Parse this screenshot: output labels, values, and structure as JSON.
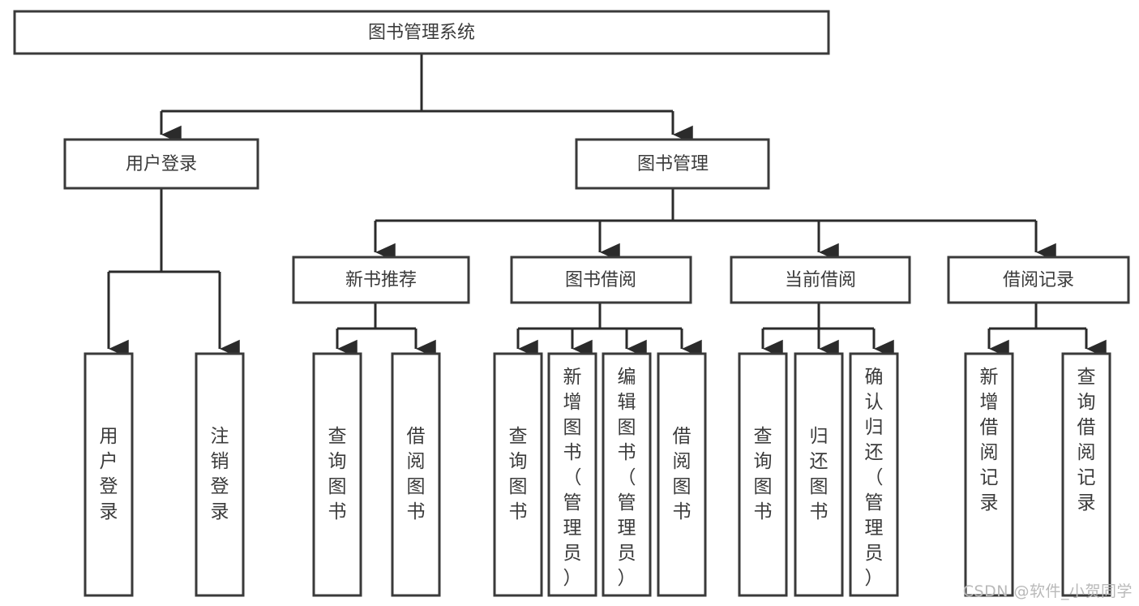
{
  "diagram": {
    "title": "图书管理系统",
    "type": "tree",
    "watermark": "CSDN @软件_小贺同学",
    "colors": {
      "box_fill": "#ffffff",
      "box_stroke": "#3a3a3a",
      "edge": "#2b2b2b",
      "text": "#3b3b3b",
      "watermark": "#b9b9b9",
      "background": "#ffffff"
    },
    "root": {
      "id": "root",
      "label": "图书管理系统",
      "orientation": "horizontal"
    },
    "level2": [
      {
        "id": "user-login",
        "label": "用户登录",
        "orientation": "horizontal"
      },
      {
        "id": "book-management",
        "label": "图书管理",
        "orientation": "horizontal"
      }
    ],
    "level3": [
      {
        "id": "new-book-recommend",
        "label": "新书推荐",
        "orientation": "horizontal",
        "parent": "book-management"
      },
      {
        "id": "book-borrow",
        "label": "图书借阅",
        "orientation": "horizontal",
        "parent": "book-management"
      },
      {
        "id": "current-borrow",
        "label": "当前借阅",
        "orientation": "horizontal",
        "parent": "book-management"
      },
      {
        "id": "borrow-record",
        "label": "借阅记录",
        "orientation": "horizontal",
        "parent": "book-management"
      }
    ],
    "leaves": [
      {
        "id": "leaf-user-login",
        "label": "用户登录",
        "chars": [
          "用",
          "户",
          "登",
          "录"
        ],
        "parent": "user-login",
        "orientation": "vertical"
      },
      {
        "id": "leaf-logout",
        "label": "注销登录",
        "chars": [
          "注",
          "销",
          "登",
          "录"
        ],
        "parent": "user-login",
        "orientation": "vertical"
      },
      {
        "id": "leaf-query-book-1",
        "label": "查询图书",
        "chars": [
          "查",
          "询",
          "图",
          "书"
        ],
        "parent": "new-book-recommend",
        "orientation": "vertical"
      },
      {
        "id": "leaf-borrow-book-1",
        "label": "借阅图书",
        "chars": [
          "借",
          "阅",
          "图",
          "书"
        ],
        "parent": "new-book-recommend",
        "orientation": "vertical"
      },
      {
        "id": "leaf-query-book-2",
        "label": "查询图书",
        "chars": [
          "查",
          "询",
          "图",
          "书"
        ],
        "parent": "book-borrow",
        "orientation": "vertical"
      },
      {
        "id": "leaf-add-book-admin",
        "label": "新增图书（管理员）",
        "chars": [
          "新",
          "增",
          "图",
          "书",
          "（",
          "管",
          "理",
          "员",
          "）"
        ],
        "parent": "book-borrow",
        "orientation": "vertical"
      },
      {
        "id": "leaf-edit-book-admin",
        "label": "编辑图书（管理员）",
        "chars": [
          "编",
          "辑",
          "图",
          "书",
          "（",
          "管",
          "理",
          "员",
          "）"
        ],
        "parent": "book-borrow",
        "orientation": "vertical"
      },
      {
        "id": "leaf-borrow-book-2",
        "label": "借阅图书",
        "chars": [
          "借",
          "阅",
          "图",
          "书"
        ],
        "parent": "book-borrow",
        "orientation": "vertical"
      },
      {
        "id": "leaf-query-book-3",
        "label": "查询图书",
        "chars": [
          "查",
          "询",
          "图",
          "书"
        ],
        "parent": "current-borrow",
        "orientation": "vertical"
      },
      {
        "id": "leaf-return-book",
        "label": "归还图书",
        "chars": [
          "归",
          "还",
          "图",
          "书"
        ],
        "parent": "current-borrow",
        "orientation": "vertical"
      },
      {
        "id": "leaf-confirm-return-admin",
        "label": "确认归还（管理员）",
        "chars": [
          "确",
          "认",
          "归",
          "还",
          "（",
          "管",
          "理",
          "员",
          "）"
        ],
        "parent": "current-borrow",
        "orientation": "vertical"
      },
      {
        "id": "leaf-add-borrow-record",
        "label": "新增借阅记录",
        "chars": [
          "新",
          "增",
          "借",
          "阅",
          "记",
          "录"
        ],
        "parent": "borrow-record",
        "orientation": "vertical"
      },
      {
        "id": "leaf-query-borrow-record",
        "label": "查询借阅记录",
        "chars": [
          "查",
          "询",
          "借",
          "阅",
          "记",
          "录"
        ],
        "parent": "borrow-record",
        "orientation": "vertical"
      }
    ]
  }
}
